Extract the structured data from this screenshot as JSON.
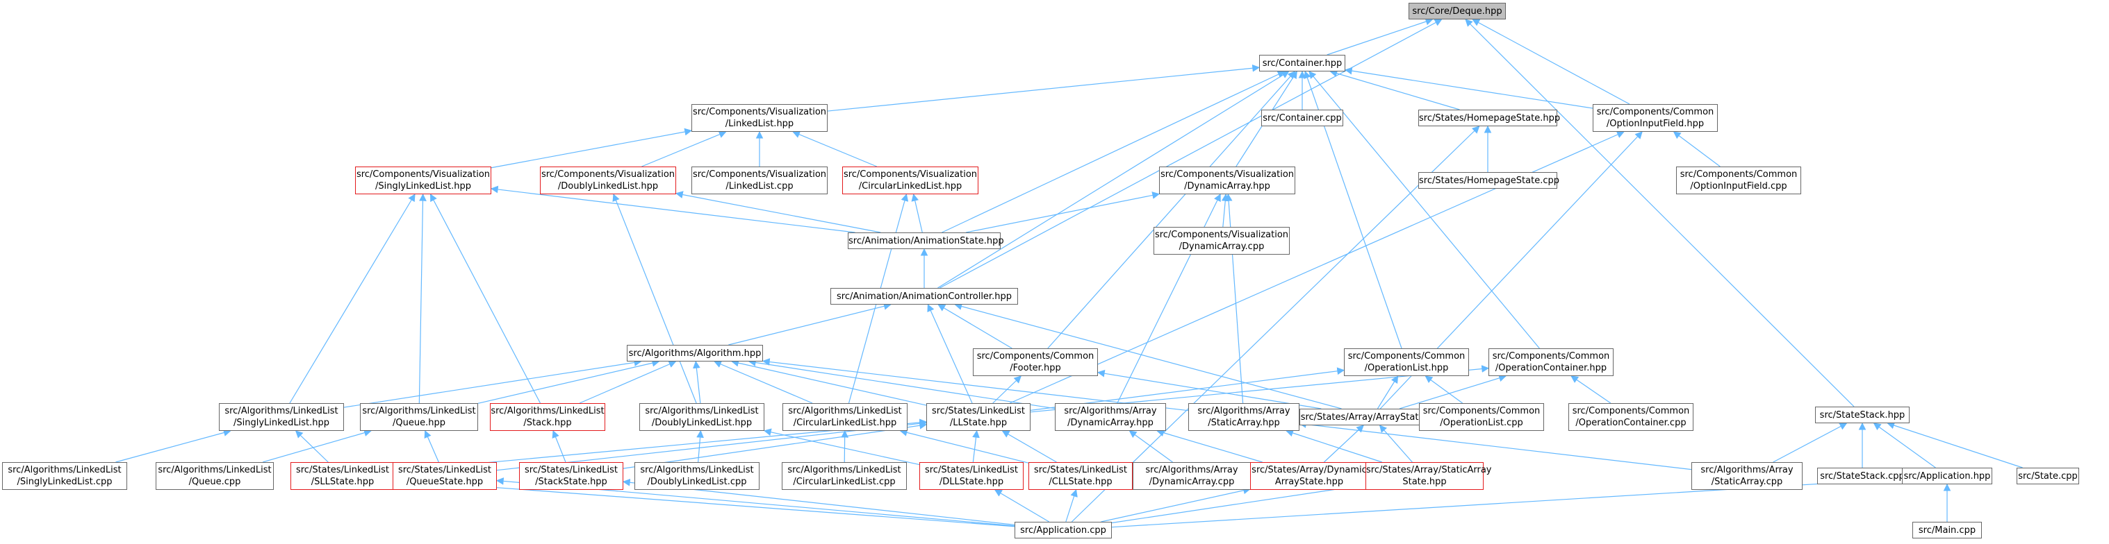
{
  "graph": {
    "edge_color": "#63b8ff",
    "node_border": "#666666",
    "highlight_border": "#e31a1c",
    "root_fill": "#bfbfbf",
    "nodes": [
      {
        "id": "deque",
        "lines": [
          "src/Core/Deque.hpp"
        ],
        "style": "root"
      },
      {
        "id": "container",
        "lines": [
          "src/Container.hpp"
        ]
      },
      {
        "id": "cmn_optin",
        "lines": [
          "src/Components/Common",
          "/OptionInputField.hpp"
        ]
      },
      {
        "id": "statestack",
        "lines": [
          "src/StateStack.hpp"
        ]
      },
      {
        "id": "anim_ctrl",
        "lines": [
          "src/Animation/AnimationController.hpp"
        ]
      },
      {
        "id": "viz_ll",
        "lines": [
          "src/Components/Visualization",
          "/LinkedList.hpp"
        ]
      },
      {
        "id": "container_cpp",
        "lines": [
          "src/Container.cpp"
        ]
      },
      {
        "id": "homepage",
        "lines": [
          "src/States/HomepageState.hpp"
        ]
      },
      {
        "id": "viz_sll",
        "lines": [
          "src/Components/Visualization",
          "/SinglyLinkedList.hpp"
        ],
        "style": "red"
      },
      {
        "id": "viz_dll",
        "lines": [
          "src/Components/Visualization",
          "/DoublyLinkedList.hpp"
        ],
        "style": "red"
      },
      {
        "id": "viz_ll_cpp",
        "lines": [
          "src/Components/Visualization",
          "/LinkedList.cpp"
        ]
      },
      {
        "id": "viz_cll",
        "lines": [
          "src/Components/Visualization",
          "/CircularLinkedList.hpp"
        ],
        "style": "red"
      },
      {
        "id": "viz_da",
        "lines": [
          "src/Components/Visualization",
          "/DynamicArray.hpp"
        ]
      },
      {
        "id": "homepage_cpp",
        "lines": [
          "src/States/HomepageState.cpp"
        ]
      },
      {
        "id": "optin_cpp",
        "lines": [
          "src/Components/Common",
          "/OptionInputField.cpp"
        ]
      },
      {
        "id": "anim_state",
        "lines": [
          "src/Animation/AnimationState.hpp"
        ]
      },
      {
        "id": "viz_da_cpp",
        "lines": [
          "src/Components/Visualization",
          "/DynamicArray.cpp"
        ]
      },
      {
        "id": "algo",
        "lines": [
          "src/Algorithms/Algorithm.hpp"
        ]
      },
      {
        "id": "footer",
        "lines": [
          "src/Components/Common",
          "/Footer.hpp"
        ]
      },
      {
        "id": "oplist",
        "lines": [
          "src/Components/Common",
          "/OperationList.hpp"
        ]
      },
      {
        "id": "opcont",
        "lines": [
          "src/Components/Common",
          "/OperationContainer.hpp"
        ]
      },
      {
        "id": "alg_sll",
        "lines": [
          "src/Algorithms/LinkedList",
          "/SinglyLinkedList.hpp"
        ]
      },
      {
        "id": "alg_queue",
        "lines": [
          "src/Algorithms/LinkedList",
          "/Queue.hpp"
        ]
      },
      {
        "id": "alg_stack",
        "lines": [
          "src/Algorithms/LinkedList",
          "/Stack.hpp"
        ],
        "style": "red"
      },
      {
        "id": "alg_dll",
        "lines": [
          "src/Algorithms/LinkedList",
          "/DoublyLinkedList.hpp"
        ]
      },
      {
        "id": "alg_cll",
        "lines": [
          "src/Algorithms/LinkedList",
          "/CircularLinkedList.hpp"
        ]
      },
      {
        "id": "llstate",
        "lines": [
          "src/States/LinkedList",
          "/LLState.hpp"
        ]
      },
      {
        "id": "alg_da",
        "lines": [
          "src/Algorithms/Array",
          "/DynamicArray.hpp"
        ]
      },
      {
        "id": "alg_sa",
        "lines": [
          "src/Algorithms/Array",
          "/StaticArray.hpp"
        ]
      },
      {
        "id": "arraystate",
        "lines": [
          "src/States/Array/ArrayState.hpp"
        ]
      },
      {
        "id": "oplist_cpp",
        "lines": [
          "src/Components/Common",
          "/OperationList.cpp"
        ]
      },
      {
        "id": "opcont_cpp",
        "lines": [
          "src/Components/Common",
          "/OperationContainer.cpp"
        ]
      },
      {
        "id": "alg_sll_cpp",
        "lines": [
          "src/Algorithms/LinkedList",
          "/SinglyLinkedList.cpp"
        ]
      },
      {
        "id": "alg_queue_cpp",
        "lines": [
          "src/Algorithms/LinkedList",
          "/Queue.cpp"
        ]
      },
      {
        "id": "sllstate",
        "lines": [
          "src/States/LinkedList",
          "/SLLState.hpp"
        ],
        "style": "red"
      },
      {
        "id": "queuestate",
        "lines": [
          "src/States/LinkedList",
          "/QueueState.hpp"
        ],
        "style": "red"
      },
      {
        "id": "stackstate",
        "lines": [
          "src/States/LinkedList",
          "/StackState.hpp"
        ],
        "style": "red"
      },
      {
        "id": "alg_dll_cpp",
        "lines": [
          "src/Algorithms/LinkedList",
          "/DoublyLinkedList.cpp"
        ]
      },
      {
        "id": "alg_cll_cpp",
        "lines": [
          "src/Algorithms/LinkedList",
          "/CircularLinkedList.cpp"
        ]
      },
      {
        "id": "dllstate",
        "lines": [
          "src/States/LinkedList",
          "/DLLState.hpp"
        ],
        "style": "red"
      },
      {
        "id": "cllstate",
        "lines": [
          "src/States/LinkedList",
          "/CLLState.hpp"
        ],
        "style": "red"
      },
      {
        "id": "alg_da_cpp",
        "lines": [
          "src/Algorithms/Array",
          "/DynamicArray.cpp"
        ]
      },
      {
        "id": "dastate",
        "lines": [
          "src/States/Array/Dynamic",
          "ArrayState.hpp"
        ],
        "style": "red"
      },
      {
        "id": "sastate",
        "lines": [
          "src/States/Array/StaticArray",
          "State.hpp"
        ],
        "style": "red"
      },
      {
        "id": "alg_sa_cpp",
        "lines": [
          "src/Algorithms/Array",
          "/StaticArray.cpp"
        ]
      },
      {
        "id": "statestack_cpp",
        "lines": [
          "src/StateStack.cpp"
        ]
      },
      {
        "id": "app_hpp",
        "lines": [
          "src/Application.hpp"
        ]
      },
      {
        "id": "state_cpp",
        "lines": [
          "src/State.cpp"
        ]
      },
      {
        "id": "app_cpp",
        "lines": [
          "src/Application.cpp"
        ]
      },
      {
        "id": "main_cpp",
        "lines": [
          "src/Main.cpp"
        ]
      }
    ],
    "edges": [
      [
        "deque",
        "container"
      ],
      [
        "deque",
        "cmn_optin"
      ],
      [
        "deque",
        "statestack"
      ],
      [
        "deque",
        "anim_ctrl"
      ],
      [
        "container",
        "viz_ll"
      ],
      [
        "container",
        "container_cpp"
      ],
      [
        "container",
        "homepage"
      ],
      [
        "container",
        "cmn_optin"
      ],
      [
        "container",
        "viz_da"
      ],
      [
        "container",
        "anim_state"
      ],
      [
        "container",
        "anim_ctrl"
      ],
      [
        "container",
        "footer"
      ],
      [
        "container",
        "oplist"
      ],
      [
        "container",
        "opcont"
      ],
      [
        "viz_ll",
        "viz_sll"
      ],
      [
        "viz_ll",
        "viz_dll"
      ],
      [
        "viz_ll",
        "viz_ll_cpp"
      ],
      [
        "viz_ll",
        "viz_cll"
      ],
      [
        "viz_sll",
        "anim_state"
      ],
      [
        "viz_dll",
        "anim_state"
      ],
      [
        "viz_cll",
        "anim_state"
      ],
      [
        "viz_da",
        "anim_state"
      ],
      [
        "viz_da",
        "viz_da_cpp"
      ],
      [
        "viz_da",
        "alg_da"
      ],
      [
        "viz_da",
        "alg_sa"
      ],
      [
        "viz_sll",
        "alg_sll"
      ],
      [
        "viz_sll",
        "alg_queue"
      ],
      [
        "viz_sll",
        "alg_stack"
      ],
      [
        "viz_dll",
        "alg_dll"
      ],
      [
        "viz_cll",
        "alg_cll"
      ],
      [
        "anim_state",
        "anim_ctrl"
      ],
      [
        "anim_ctrl",
        "algo"
      ],
      [
        "anim_ctrl",
        "footer"
      ],
      [
        "anim_ctrl",
        "llstate"
      ],
      [
        "anim_ctrl",
        "arraystate"
      ],
      [
        "homepage",
        "homepage_cpp"
      ],
      [
        "homepage",
        "app_cpp"
      ],
      [
        "cmn_optin",
        "optin_cpp"
      ],
      [
        "cmn_optin",
        "llstate"
      ],
      [
        "cmn_optin",
        "arraystate"
      ],
      [
        "algo",
        "alg_sll"
      ],
      [
        "algo",
        "alg_queue"
      ],
      [
        "algo",
        "alg_stack"
      ],
      [
        "algo",
        "alg_dll"
      ],
      [
        "algo",
        "alg_cll"
      ],
      [
        "algo",
        "llstate"
      ],
      [
        "algo",
        "alg_da"
      ],
      [
        "algo",
        "alg_sa"
      ],
      [
        "footer",
        "llstate"
      ],
      [
        "footer",
        "arraystate"
      ],
      [
        "oplist",
        "llstate"
      ],
      [
        "oplist",
        "arraystate"
      ],
      [
        "oplist",
        "oplist_cpp"
      ],
      [
        "opcont",
        "llstate"
      ],
      [
        "opcont",
        "arraystate"
      ],
      [
        "opcont",
        "opcont_cpp"
      ],
      [
        "alg_sll",
        "alg_sll_cpp"
      ],
      [
        "alg_sll",
        "sllstate"
      ],
      [
        "alg_queue",
        "alg_queue_cpp"
      ],
      [
        "alg_queue",
        "queuestate"
      ],
      [
        "alg_stack",
        "stackstate"
      ],
      [
        "alg_dll",
        "alg_dll_cpp"
      ],
      [
        "alg_dll",
        "dllstate"
      ],
      [
        "alg_cll",
        "alg_cll_cpp"
      ],
      [
        "alg_cll",
        "cllstate"
      ],
      [
        "alg_da",
        "alg_da_cpp"
      ],
      [
        "alg_da",
        "dastate"
      ],
      [
        "alg_sa",
        "sastate"
      ],
      [
        "alg_sa",
        "alg_sa_cpp"
      ],
      [
        "llstate",
        "sllstate"
      ],
      [
        "llstate",
        "queuestate"
      ],
      [
        "llstate",
        "stackstate"
      ],
      [
        "llstate",
        "dllstate"
      ],
      [
        "llstate",
        "cllstate"
      ],
      [
        "arraystate",
        "dastate"
      ],
      [
        "arraystate",
        "sastate"
      ],
      [
        "sllstate",
        "app_cpp"
      ],
      [
        "queuestate",
        "app_cpp"
      ],
      [
        "stackstate",
        "app_cpp"
      ],
      [
        "dllstate",
        "app_cpp"
      ],
      [
        "cllstate",
        "app_cpp"
      ],
      [
        "dastate",
        "app_cpp"
      ],
      [
        "sastate",
        "app_cpp"
      ],
      [
        "statestack",
        "statestack_cpp"
      ],
      [
        "statestack",
        "app_hpp"
      ],
      [
        "statestack",
        "state_cpp"
      ],
      [
        "statestack",
        "alg_sa_cpp"
      ],
      [
        "app_hpp",
        "app_cpp"
      ],
      [
        "app_hpp",
        "main_cpp"
      ]
    ]
  }
}
